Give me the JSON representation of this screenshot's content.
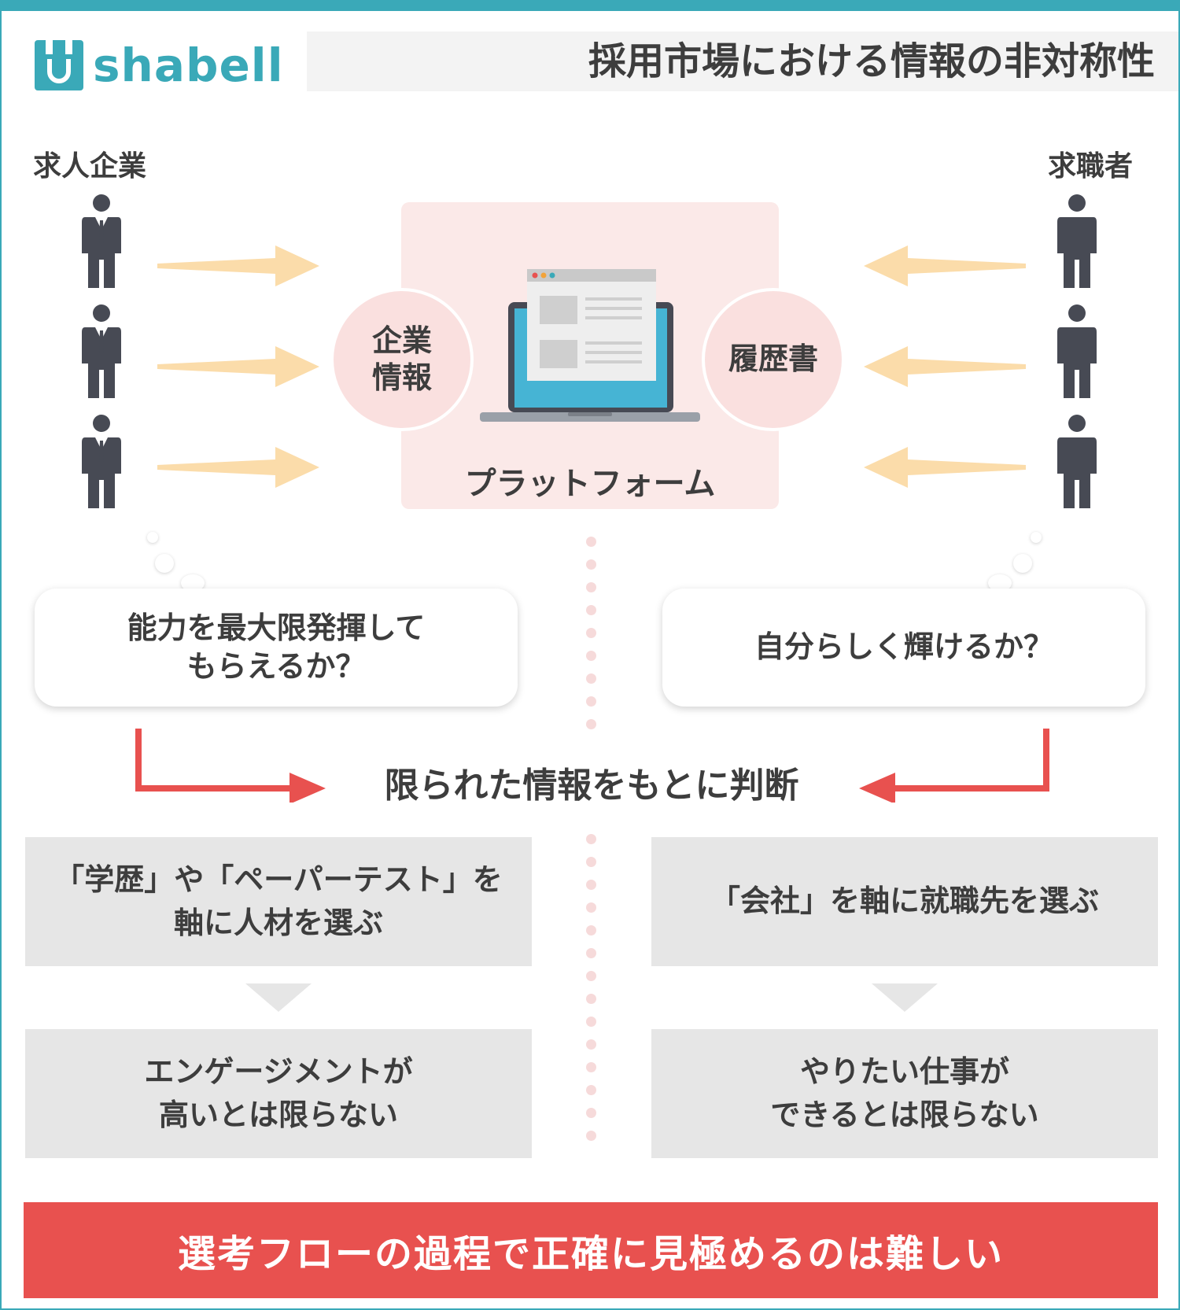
{
  "brand": {
    "name": "shabell",
    "color": "#3aa9b8"
  },
  "title": "採用市場における情報の非対称性",
  "left": {
    "label": "求人企業",
    "info": [
      "企業",
      "情報"
    ],
    "thought": [
      "能力を最大限発揮して",
      "もらえるか？"
    ],
    "basis": [
      "「学歴」や「ペーパーテスト」を",
      "軸に人材を選ぶ"
    ],
    "result": [
      "エンゲージメントが",
      "高いとは限らない"
    ]
  },
  "right": {
    "label": "求職者",
    "info": "履歴書",
    "thought": "自分らしく輝けるか？",
    "basis": "「会社」を軸に就職先を選ぶ",
    "result": [
      "やりたい仕事が",
      "できるとは限らない"
    ]
  },
  "platform": {
    "label": "プラットフォーム"
  },
  "judgment": "限られた情報をもとに判断",
  "conclusion": "選考フローの過程で正確に見極めるのは難しい",
  "colors": {
    "accent": "#3aa9b8",
    "red": "#e8514f",
    "arrow": "#fbdcaa",
    "person": "#474a54",
    "platform_bg": "#fbe9e8",
    "circle_bg": "#fae0df",
    "box_gray": "#e6e6e6",
    "laptop_screen": "#46b4d4"
  }
}
